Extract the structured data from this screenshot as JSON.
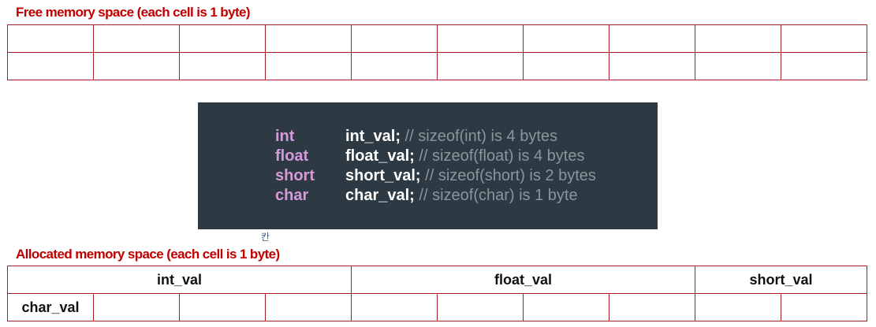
{
  "free_section": {
    "title": "Free memory space (each cell is 1 byte)",
    "columns": 10,
    "rows": 2
  },
  "code": {
    "lines": [
      {
        "keyword": "int",
        "identifier": "int_val;",
        "comment": "// sizeof(int) is 4 bytes"
      },
      {
        "keyword": "float",
        "identifier": "float_val;",
        "comment": "// sizeof(float) is 4 bytes"
      },
      {
        "keyword": "short",
        "identifier": "short_val;",
        "comment": "// sizeof(short) is 2 bytes"
      },
      {
        "keyword": "char",
        "identifier": "char_val;",
        "comment": "// sizeof(char) is 1 byte"
      }
    ]
  },
  "stray_glyph": "칸",
  "allocated_section": {
    "title": "Allocated memory space (each cell is 1 byte)",
    "row1": [
      {
        "label": "int_val",
        "bytes": 4
      },
      {
        "label": "float_val",
        "bytes": 4
      },
      {
        "label": "short_val",
        "bytes": 2
      }
    ],
    "row2": [
      {
        "label": "char_val",
        "bytes": 1
      }
    ],
    "row2_empty_cells": 9
  },
  "colors": {
    "title": "#c00000",
    "grid_border": "#a51d27",
    "code_background": "#2d3a43",
    "keyword": "#d49ad9",
    "identifier": "#ffffff",
    "comment": "#8c959b"
  }
}
